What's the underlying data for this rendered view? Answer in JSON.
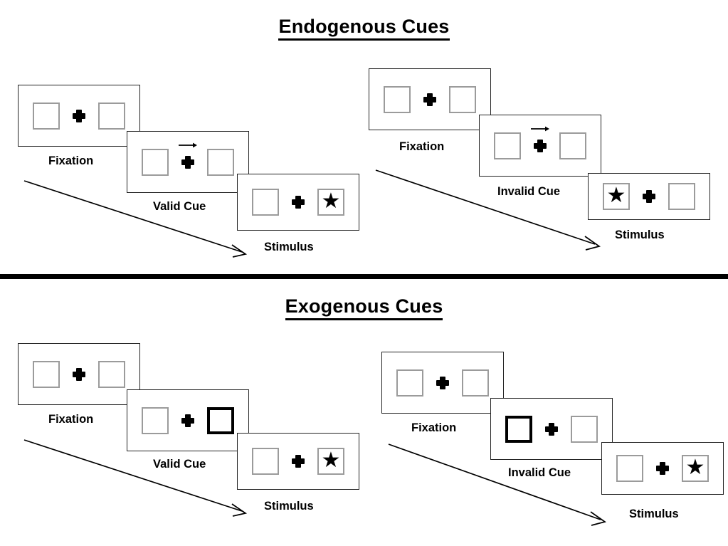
{
  "sections": [
    {
      "id": "endogenous",
      "title": "Endogenous Cues",
      "cue_type": "arrow",
      "sequences": [
        {
          "id": "endogenous-valid",
          "panels": [
            {
              "caption": "Fixation",
              "left_box": "empty",
              "right_box": "empty",
              "cue": "none"
            },
            {
              "caption": "Valid Cue",
              "left_box": "empty",
              "right_box": "empty",
              "cue": "arrow-right"
            },
            {
              "caption": "Stimulus",
              "left_box": "empty",
              "right_box": "star",
              "cue": "none"
            }
          ]
        },
        {
          "id": "endogenous-invalid",
          "panels": [
            {
              "caption": "Fixation",
              "left_box": "empty",
              "right_box": "empty",
              "cue": "none"
            },
            {
              "caption": "Invalid Cue",
              "left_box": "empty",
              "right_box": "empty",
              "cue": "arrow-right"
            },
            {
              "caption": "Stimulus",
              "left_box": "star",
              "right_box": "empty",
              "cue": "none"
            }
          ]
        }
      ]
    },
    {
      "id": "exogenous",
      "title": "Exogenous Cues",
      "cue_type": "box-highlight",
      "sequences": [
        {
          "id": "exogenous-valid",
          "panels": [
            {
              "caption": "Fixation",
              "left_box": "empty",
              "right_box": "empty",
              "cue": "none"
            },
            {
              "caption": "Valid Cue",
              "left_box": "empty",
              "right_box": "cued",
              "cue": "none"
            },
            {
              "caption": "Stimulus",
              "left_box": "empty",
              "right_box": "star",
              "cue": "none"
            }
          ]
        },
        {
          "id": "exogenous-invalid",
          "panels": [
            {
              "caption": "Fixation",
              "left_box": "empty",
              "right_box": "empty",
              "cue": "none"
            },
            {
              "caption": "Invalid Cue",
              "left_box": "cued",
              "right_box": "empty",
              "cue": "none"
            },
            {
              "caption": "Stimulus",
              "left_box": "empty",
              "right_box": "star",
              "cue": "none"
            }
          ]
        }
      ]
    }
  ],
  "glyphs": {
    "star": "★",
    "fixation_cross": "plus-cross",
    "cue_arrow": "arrow-right-icon",
    "time_arrow": "time-flow-arrow"
  },
  "colors": {
    "ink": "#000000",
    "panel_border": "#222222",
    "box_border": "#9b9b9b",
    "box_border_cued": "#000000",
    "background": "#ffffff"
  }
}
